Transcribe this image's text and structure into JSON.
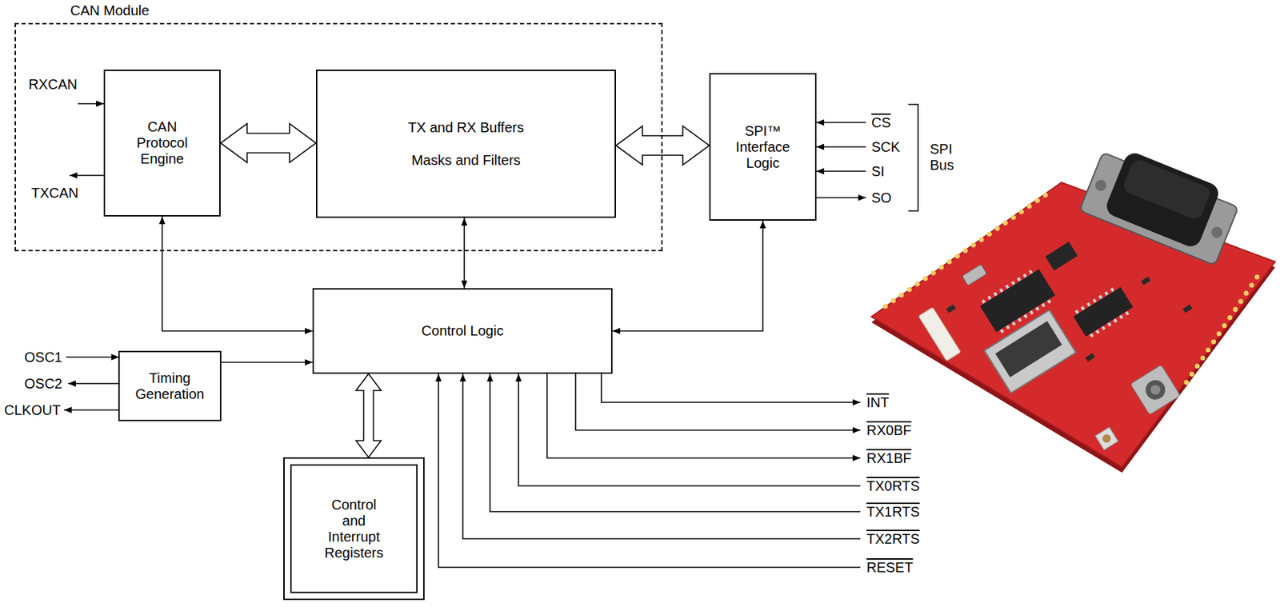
{
  "diagram": {
    "nodes": [
      {
        "text": [
          "CAN Module"
        ]
      },
      {
        "text": [
          "CAN Protocol Engine"
        ],
        "in": 0
      },
      {
        "text": [
          "TX and RX Buffers",
          "Masks and Filters"
        ],
        "in": 0
      },
      {
        "text": [
          "SPI™ Interface Logic"
        ]
      },
      {
        "text": [
          "Control Logic"
        ]
      },
      {
        "text": [
          "Timing Generation"
        ]
      },
      {
        "text": [
          "Control and Interrupt Registers"
        ]
      }
    ],
    "edges": [
      {
        "from": 1,
        "to": 2,
        "arrow": "both"
      },
      {
        "from": 2,
        "to": 3,
        "arrow": "both"
      },
      {
        "from": 1,
        "to": 4,
        "arrow": "both"
      },
      {
        "from": 2,
        "to": 4,
        "arrow": "both"
      },
      {
        "from": 3,
        "to": 4,
        "arrow": "both"
      },
      {
        "from": 5,
        "to": 4,
        "arrow": "to"
      },
      {
        "from": 4,
        "to": 6,
        "arrow": "both"
      }
    ],
    "labels": [
      "RXCAN",
      "TXCAN",
      "OSC1",
      "OSC2",
      "CLKOUT",
      "CS",
      "SCK",
      "SI",
      "SO",
      "SPI Bus",
      "INT",
      "RX0BF",
      "RX1BF",
      "TX0RTS",
      "TX1RTS",
      "TX2RTS",
      "RESET"
    ]
  }
}
